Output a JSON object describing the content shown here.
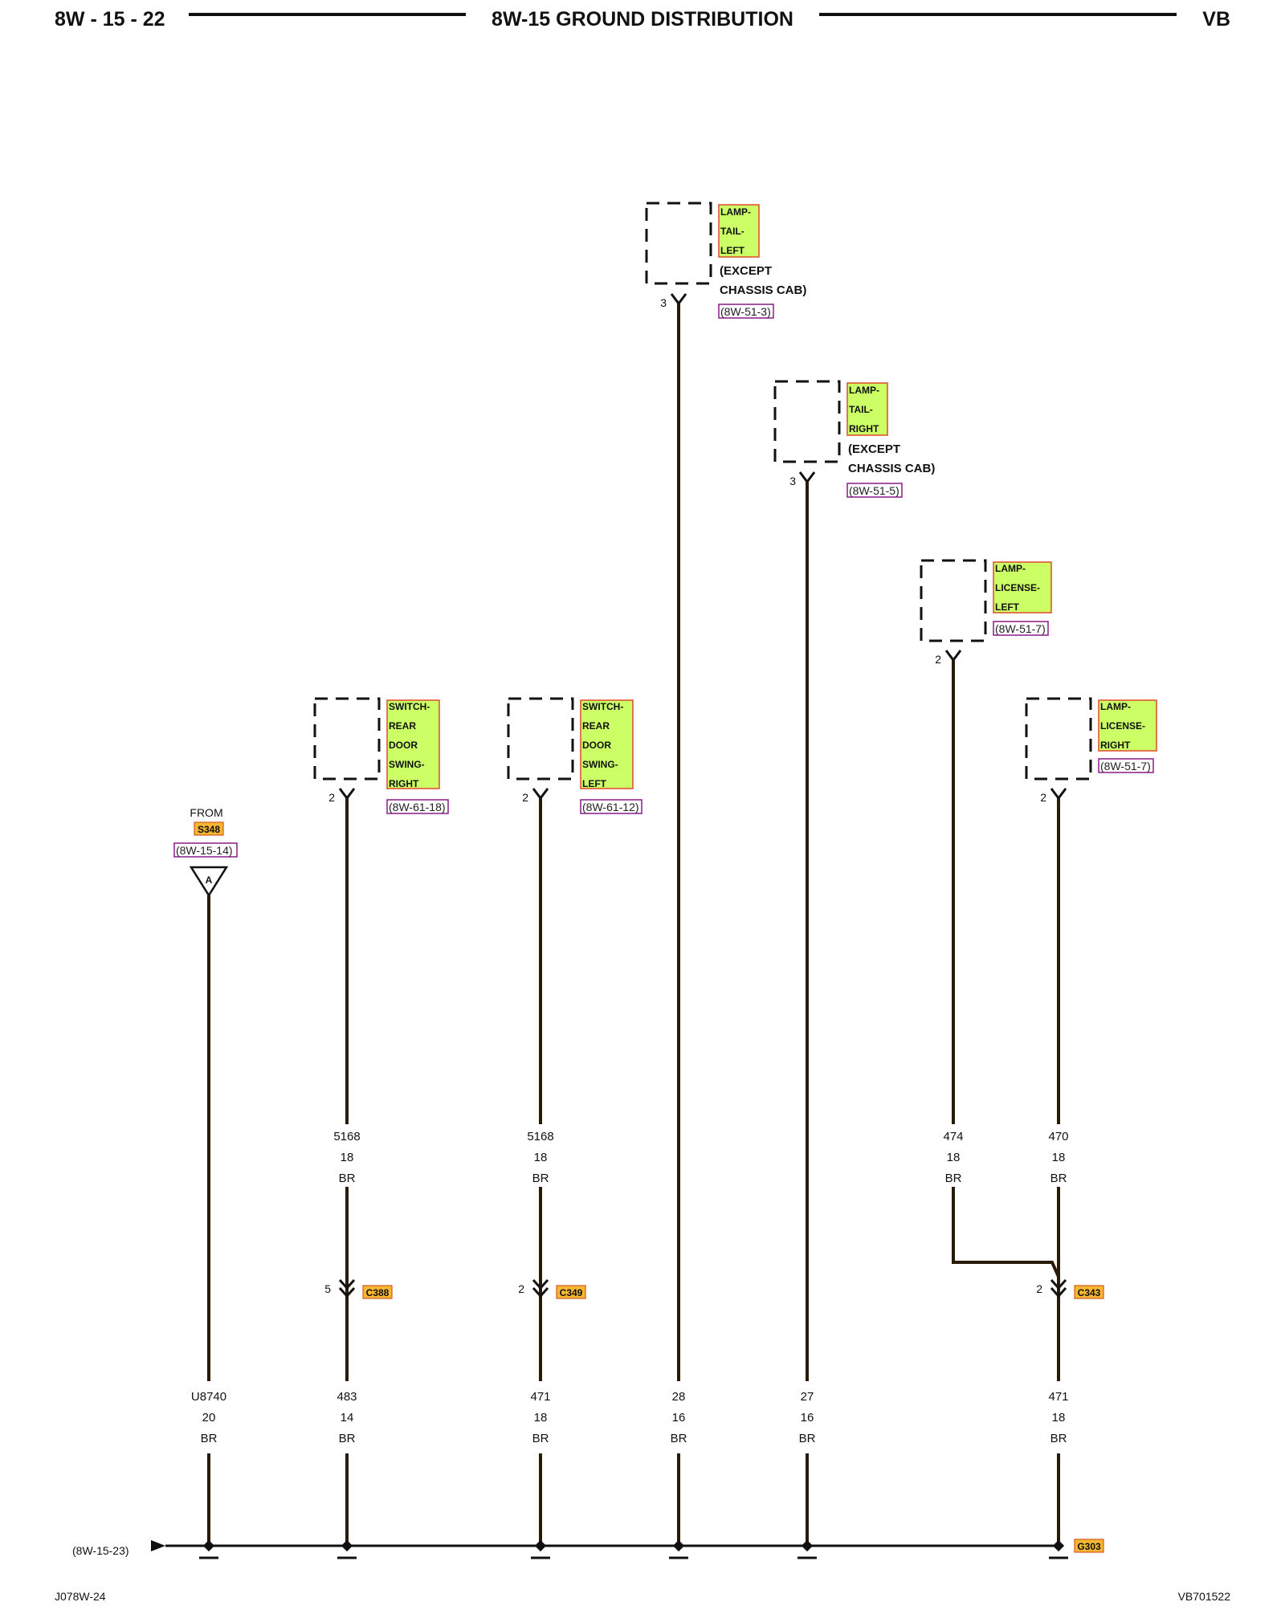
{
  "header": {
    "left": "8W - 15 - 22",
    "title": "8W-15 GROUND DISTRIBUTION",
    "right": "VB"
  },
  "footer": {
    "left": "J078W-24",
    "right": "VB701522"
  },
  "components": [
    {
      "id": "lamp-tail-left",
      "lines": [
        "LAMP-",
        "TAIL-",
        "LEFT"
      ],
      "note": [
        "(EXCEPT",
        "CHASSIS CAB)"
      ],
      "ref": "(8W-51-3)",
      "pin": "3"
    },
    {
      "id": "lamp-tail-right",
      "lines": [
        "LAMP-",
        "TAIL-",
        "RIGHT"
      ],
      "note": [
        "(EXCEPT",
        "CHASSIS CAB)"
      ],
      "ref": "(8W-51-5)",
      "pin": "3"
    },
    {
      "id": "lamp-license-left",
      "lines": [
        "LAMP-",
        "LICENSE-",
        "LEFT"
      ],
      "ref": "(8W-51-7)",
      "pin": "2"
    },
    {
      "id": "lamp-license-right",
      "lines": [
        "LAMP-",
        "LICENSE-",
        "RIGHT"
      ],
      "ref": "(8W-51-7)",
      "pin": "2"
    },
    {
      "id": "switch-rear-door-swing-right",
      "lines": [
        "SWITCH-",
        "REAR",
        "DOOR",
        "SWING-",
        "RIGHT"
      ],
      "ref": "(8W-61-18)",
      "pin": "2"
    },
    {
      "id": "switch-rear-door-swing-left",
      "lines": [
        "SWITCH-",
        "REAR",
        "DOOR",
        "SWING-",
        "LEFT"
      ],
      "ref": "(8W-61-12)",
      "pin": "2"
    }
  ],
  "from_splice": {
    "from_label": "FROM",
    "splice": "S348",
    "ref": "(8W-15-14)",
    "connector_letter": "A"
  },
  "upper_wires": [
    {
      "circuit": "5168",
      "gauge": "18",
      "color": "BR"
    },
    {
      "circuit": "5168",
      "gauge": "18",
      "color": "BR"
    },
    {
      "circuit": "474",
      "gauge": "18",
      "color": "BR"
    },
    {
      "circuit": "470",
      "gauge": "18",
      "color": "BR"
    }
  ],
  "connectors": [
    {
      "name": "C388",
      "pin": "5"
    },
    {
      "name": "C349",
      "pin": "2"
    },
    {
      "name": "C343",
      "pin": "2"
    }
  ],
  "lower_wires": [
    {
      "circuit": "U8740",
      "gauge": "20",
      "color": "BR"
    },
    {
      "circuit": "483",
      "gauge": "14",
      "color": "BR"
    },
    {
      "circuit": "471",
      "gauge": "18",
      "color": "BR"
    },
    {
      "circuit": "28",
      "gauge": "16",
      "color": "BR"
    },
    {
      "circuit": "27",
      "gauge": "16",
      "color": "BR"
    },
    {
      "circuit": "471",
      "gauge": "18",
      "color": "BR"
    }
  ],
  "ground": {
    "name": "G303",
    "continuation_ref": "(8W-15-23)"
  }
}
